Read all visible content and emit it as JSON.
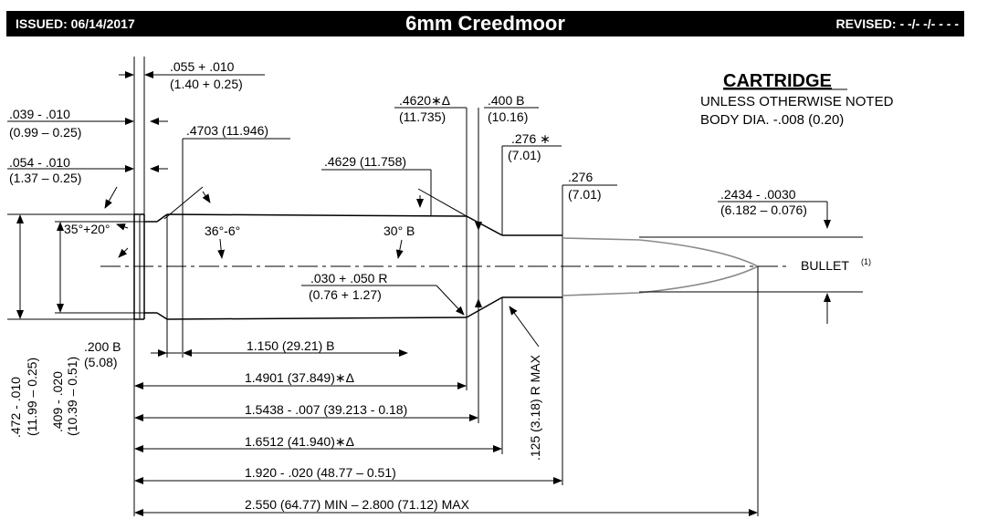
{
  "header": {
    "issued": "ISSUED: 06/14/2017",
    "title": "6mm Creedmoor",
    "revised": "REVISED: - -/- -/- - - -"
  },
  "notes": {
    "heading": "CARTRIDGE",
    "line1": "UNLESS OTHERWISE NOTED",
    "line2": "BODY DIA. -.008 (0.20)"
  },
  "dims": {
    "rim_thick_in": ".055 + .010",
    "rim_thick_mm": "(1.40 + 0.25)",
    "bevel_in": ".039 - .010",
    "bevel_mm": "(0.99 – 0.25)",
    "extractor_in": ".054 - .010",
    "extractor_mm": "(1.37 – 0.25)",
    "base_dia": ".4703 (11.946)",
    "shoulder_dia": ".4629 (11.758)",
    "neck_start_in": ".4620∗Δ",
    "neck_start_mm": "(11.735)",
    "neck_len_in": ".400 B",
    "neck_len_mm": "(10.16)",
    "neck_dia_in": ".276 ∗",
    "neck_dia_mm": "(7.01)",
    "mouth_dia_in": ".276",
    "mouth_dia_mm": "(7.01)",
    "bullet_dia_in": ".2434 - .0030",
    "bullet_dia_mm": "(6.182 – 0.076)",
    "extractor_angle": "35°+20°",
    "body_angle": "36°-6°",
    "shoulder_angle": "30° B",
    "radius_in": ".030 + .050 R",
    "radius_mm": "(0.76 + 1.27)",
    "bullet_label": "BULLET",
    "bullet_note": "(1)",
    "rim_dia_in": ".472 - .010",
    "rim_dia_mm": "(11.99 – 0.25)",
    "groove_dia_in": ".409 - .020",
    "groove_dia_mm": "(10.39 – 0.51)",
    "groove_len_in": ".200  B",
    "groove_len_mm": "(5.08)",
    "body_len": "1.150   (29.21) B",
    "len_1": "1.4901 (37.849)∗Δ",
    "len_2": "1.5438 - .007 (39.213 - 0.18)",
    "len_3": "1.6512 (41.940)∗Δ",
    "len_4": "1.920 - .020 (48.77 – 0.51)",
    "len_5": "2.550 (64.77) MIN – 2.800 (71.12) MAX",
    "neck_radius": ".125 (3.18) R MAX"
  }
}
